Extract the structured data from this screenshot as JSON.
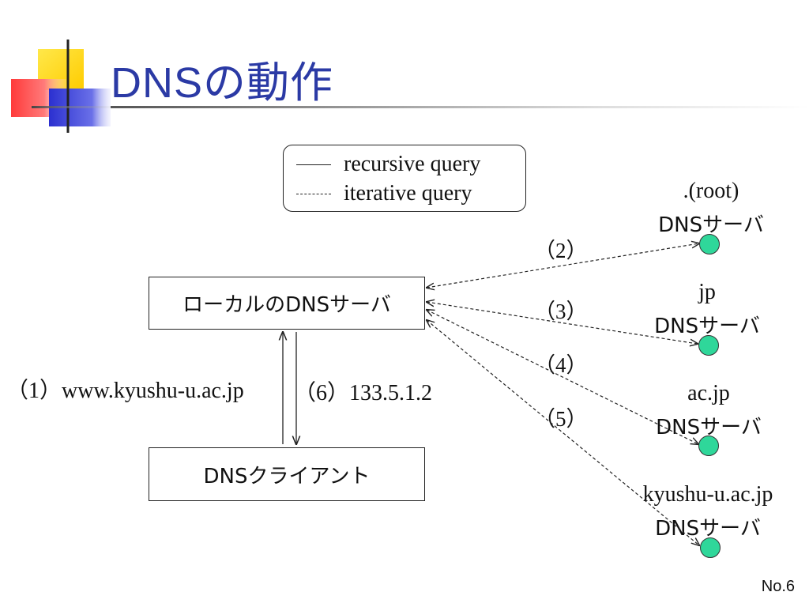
{
  "slide": {
    "title": "DNSの動作",
    "slide_number": "No.6"
  },
  "legend": {
    "recursive_label": "recursive query",
    "iterative_label": "iterative query"
  },
  "local_server": {
    "label": "ローカルのDNSサーバ"
  },
  "client": {
    "label": "DNSクライアント"
  },
  "client_flow": {
    "query_label": "（1）www.kyushu-u.ac.jp",
    "answer_label": "（6）133.5.1.2"
  },
  "steps": [
    "（2）",
    "（3）",
    "（4）",
    "（5）"
  ],
  "servers": [
    {
      "name": ".(root)",
      "kind": "DNSサーバ"
    },
    {
      "name": "jp",
      "kind": "DNSサーバ"
    },
    {
      "name": "ac.jp",
      "kind": "DNSサーバ"
    },
    {
      "name": "kyushu-u.ac.jp",
      "kind": "DNSサーバ"
    }
  ],
  "colors": {
    "title": "#2b3aa5",
    "server_dot": "#2fd79a",
    "logo_yellow": "#ffd400",
    "logo_red": "#ff4a4a",
    "logo_blue": "#3a3fd6"
  }
}
